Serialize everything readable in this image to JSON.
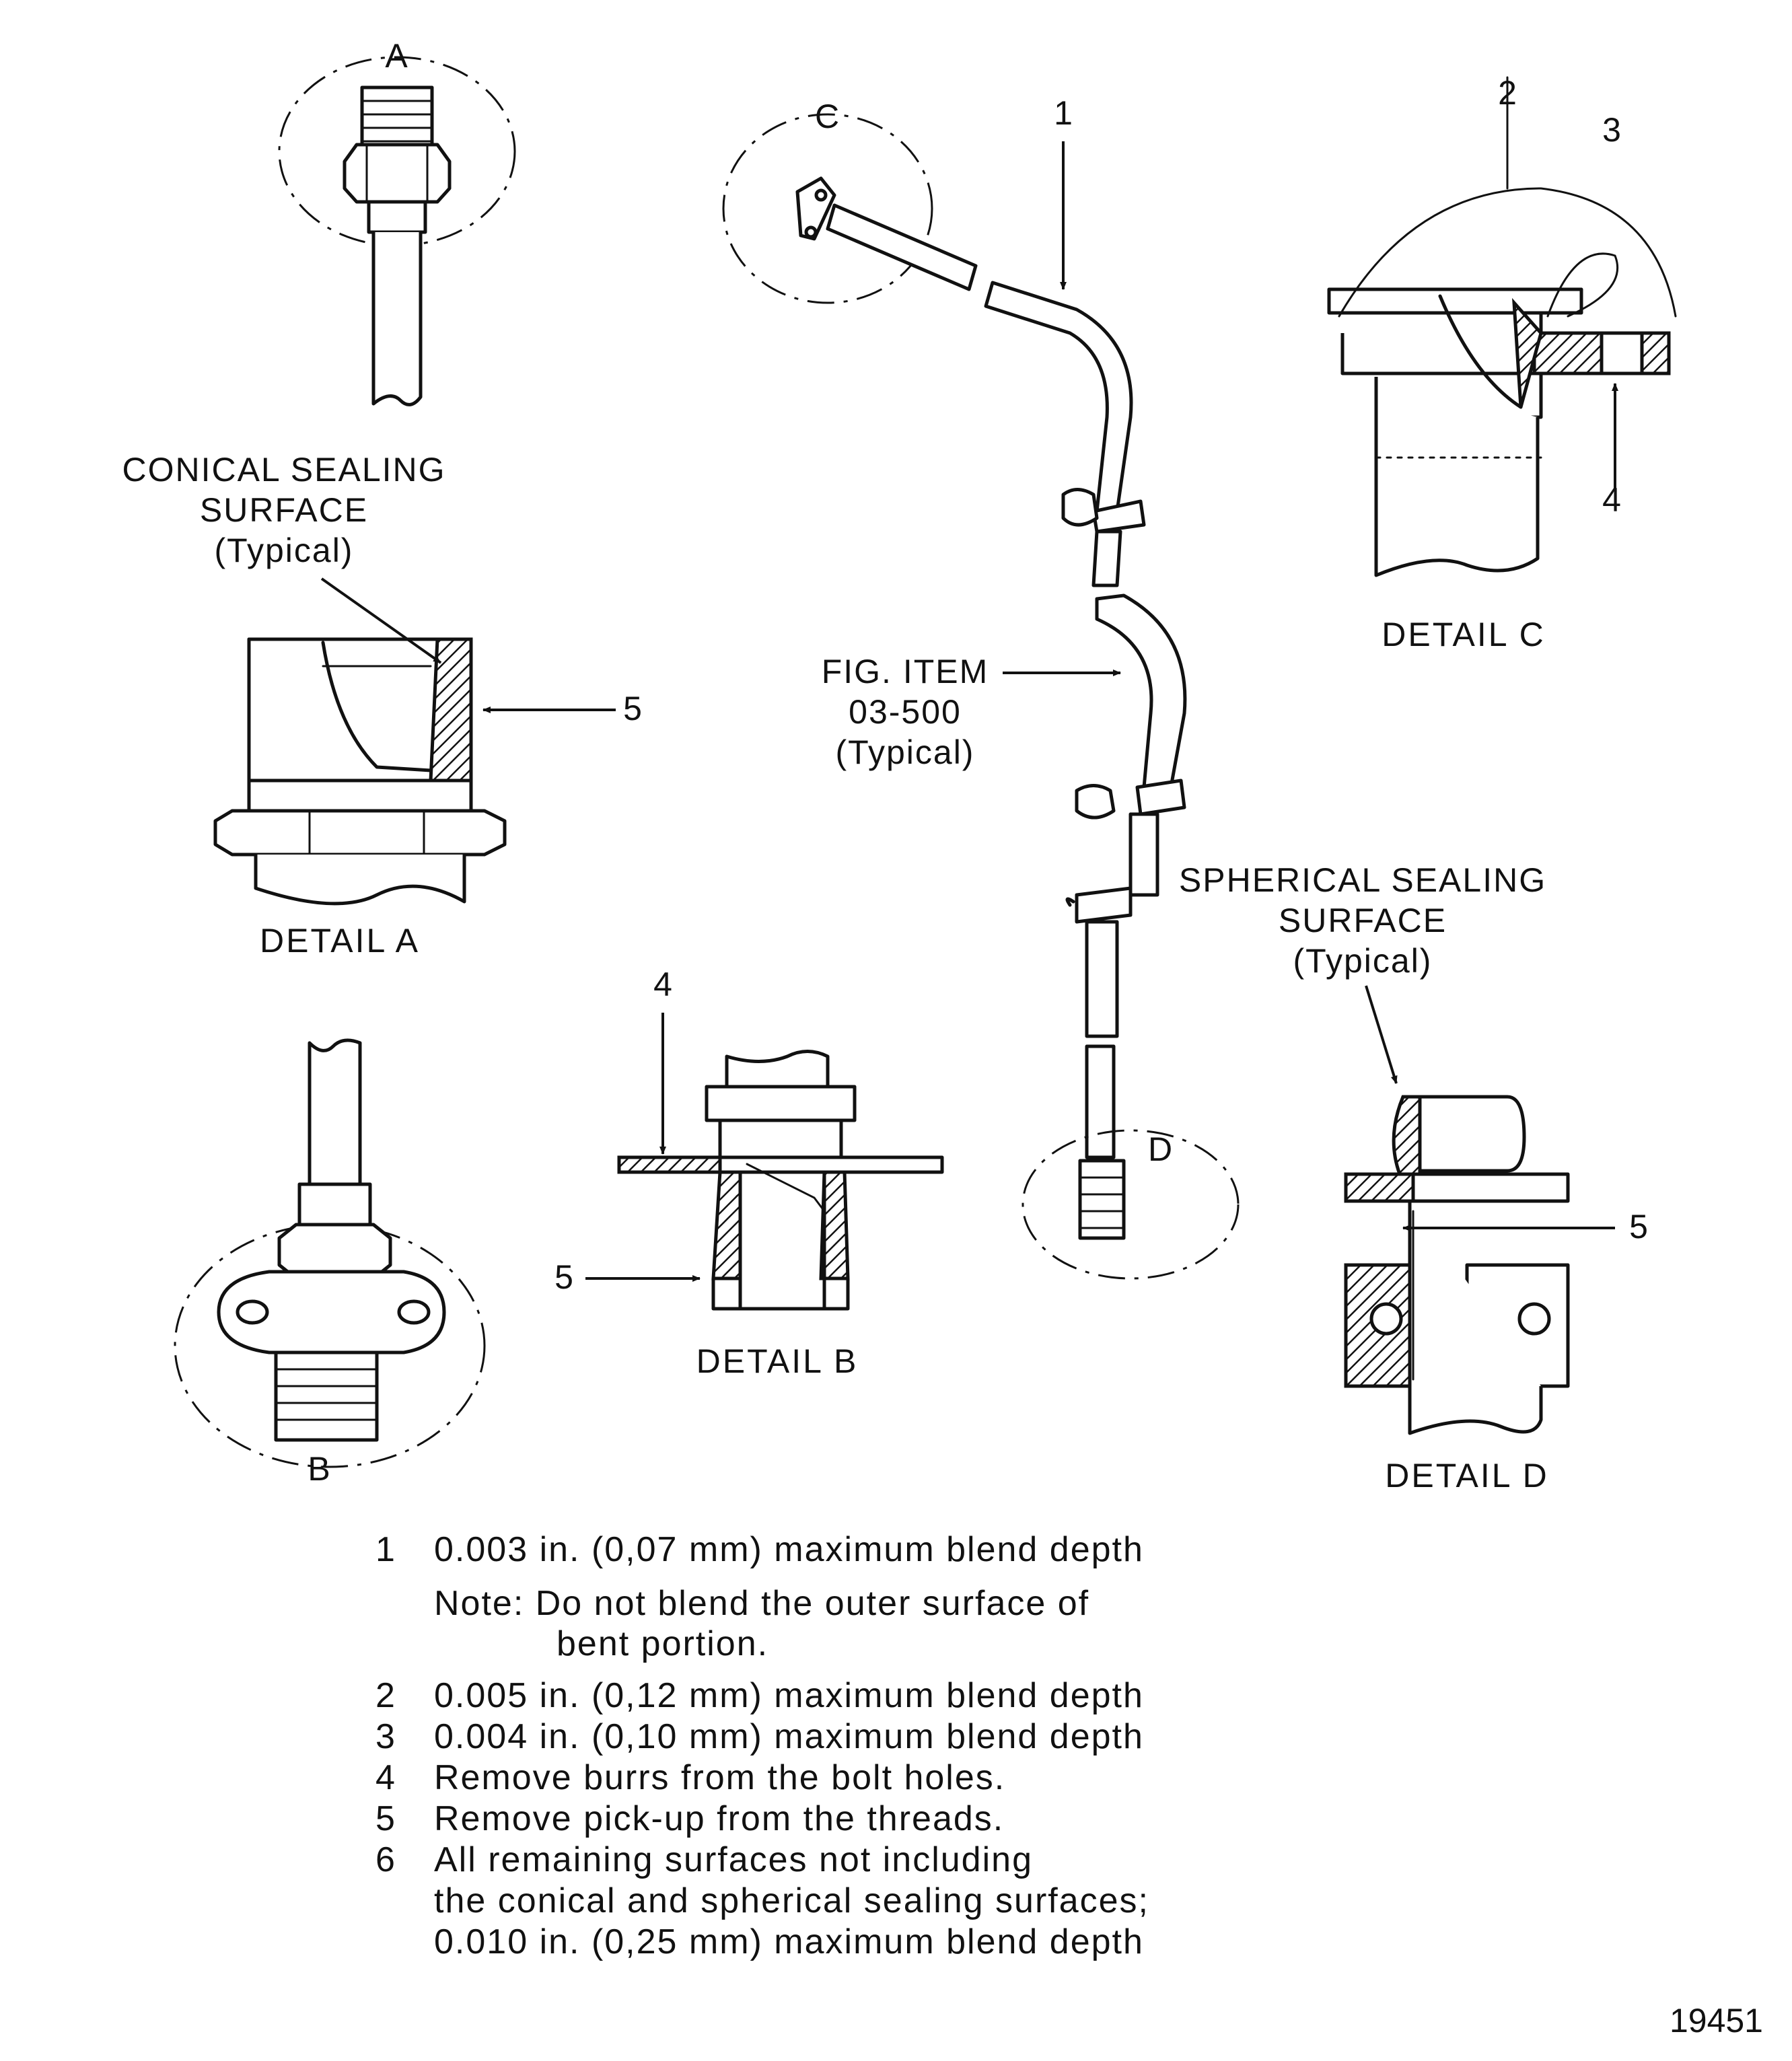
{
  "callouts": {
    "a": "A",
    "b": "B",
    "c": "C",
    "d": "D",
    "item1": "1",
    "detail_c_2": "2",
    "detail_c_3": "3",
    "detail_c_4": "4",
    "detail_b_4": "4",
    "detail_b_5": "5",
    "detail_a_5": "5",
    "detail_d_5": "5"
  },
  "labels": {
    "conical": [
      "CONICAL SEALING",
      "SURFACE",
      "(Typical)"
    ],
    "spherical": [
      "SPHERICAL SEALING",
      "SURFACE",
      "(Typical)"
    ],
    "fig_item": [
      "FIG. ITEM",
      "03-500",
      "(Typical)"
    ]
  },
  "captions": {
    "detail_a": "DETAIL A",
    "detail_b": "DETAIL B",
    "detail_c": "DETAIL C",
    "detail_d": "DETAIL D"
  },
  "notes": [
    {
      "num": "1",
      "text": "0.003 in. (0,07 mm) maximum blend depth"
    },
    {
      "num": "",
      "text": "Note: Do not blend the outer surface of"
    },
    {
      "num": "",
      "text": "bent portion."
    },
    {
      "num": "2",
      "text": "0.005 in. (0,12 mm) maximum blend depth"
    },
    {
      "num": "3",
      "text": "0.004 in. (0,10 mm) maximum blend depth"
    },
    {
      "num": "4",
      "text": "Remove burrs from the bolt holes."
    },
    {
      "num": "5",
      "text": "Remove pick-up from the threads."
    },
    {
      "num": "6",
      "text": "All remaining surfaces not including"
    },
    {
      "num": "",
      "text": "the conical and spherical sealing surfaces;"
    },
    {
      "num": "",
      "text": "0.010 in. (0,25 mm) maximum blend depth"
    }
  ],
  "figure_number": "19451"
}
